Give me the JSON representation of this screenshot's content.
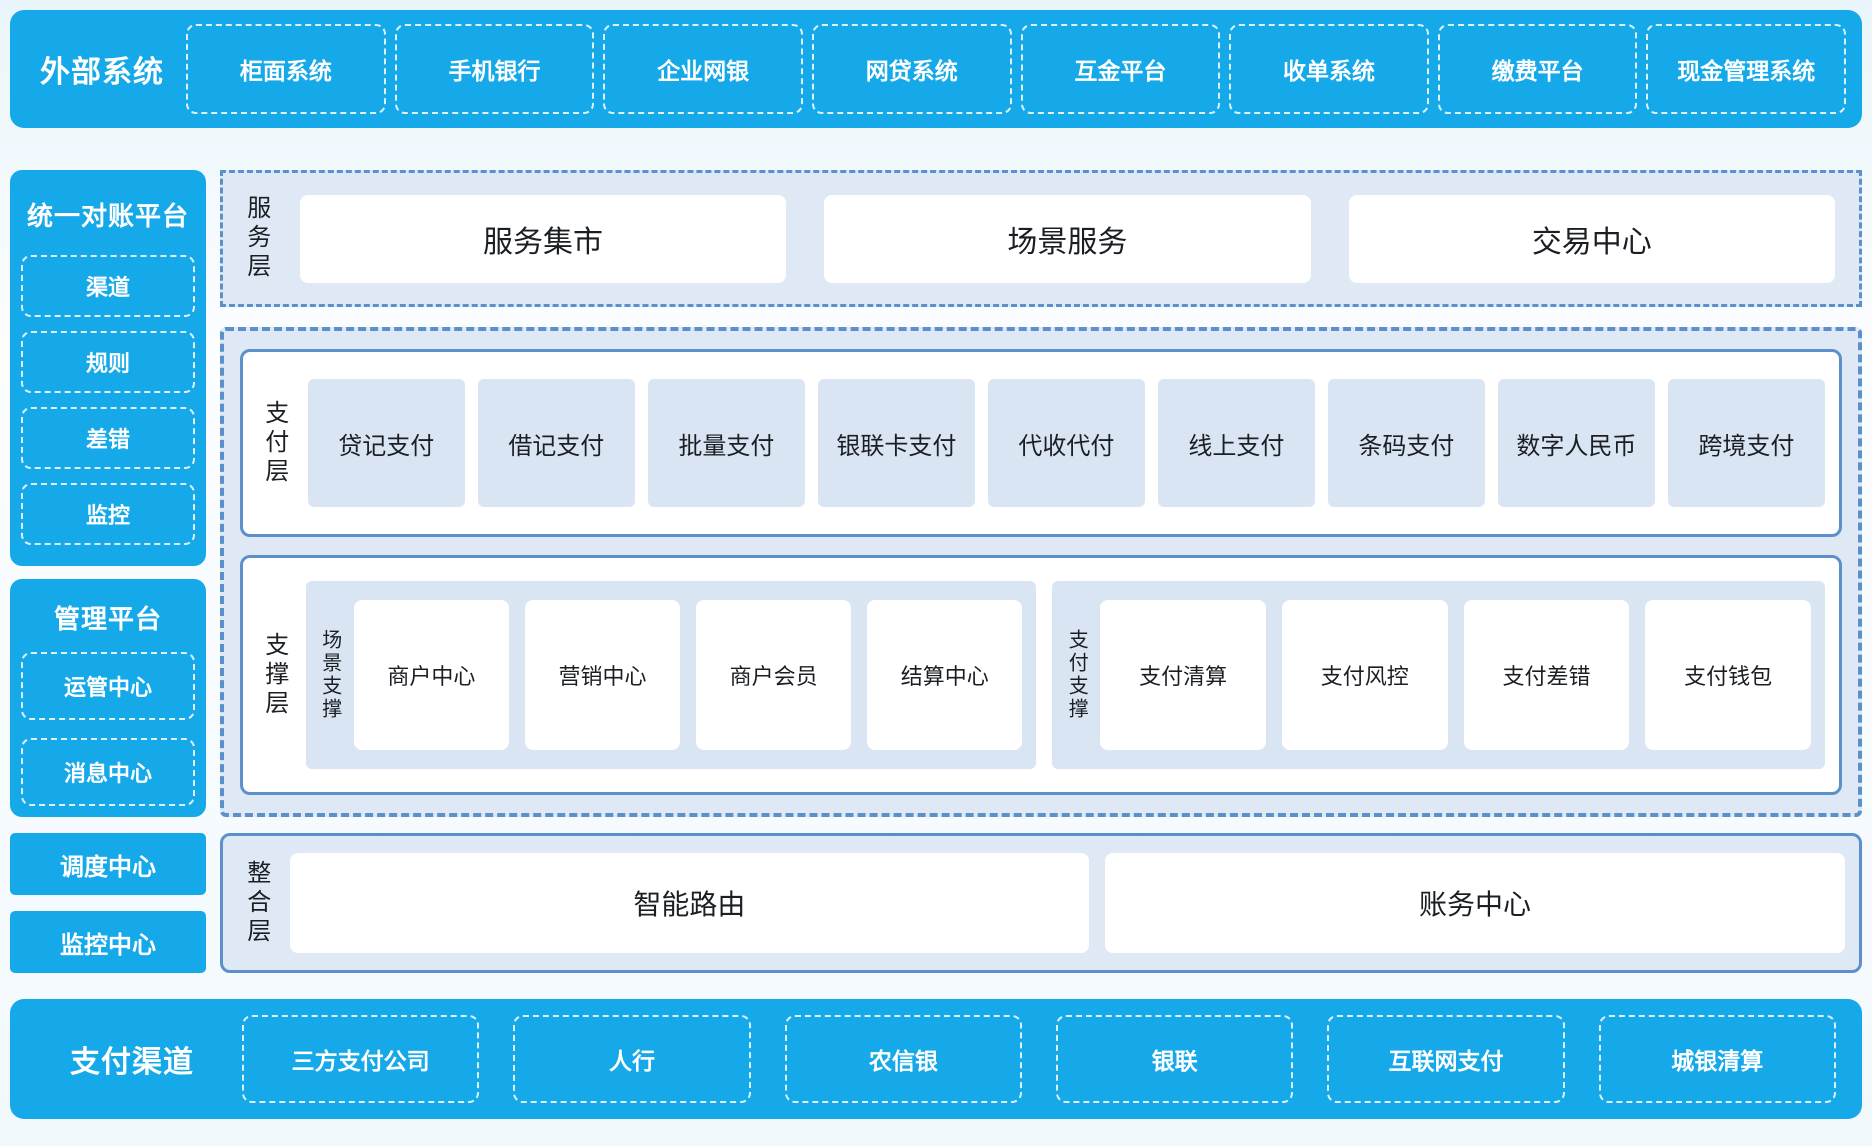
{
  "colors": {
    "bright_blue": "#16A9EA",
    "steel_blue_border": "#5B90CB",
    "container_bg": "#DFE9F5",
    "tile_bg": "#DAE5F3",
    "white": "#FFFFFF"
  },
  "external_systems": {
    "title": "外部系统",
    "items": [
      "柜面系统",
      "手机银行",
      "企业网银",
      "网贷系统",
      "互金平台",
      "收单系统",
      "缴费平台",
      "现金管理系统"
    ]
  },
  "sidebar": {
    "reconciliation": {
      "title": "统一对账平台",
      "items": [
        "渠道",
        "规则",
        "差错",
        "监控"
      ]
    },
    "management": {
      "title": "管理平台",
      "items": [
        "运管中心",
        "消息中心"
      ]
    },
    "dispatch_center": "调度中心",
    "monitor_center": "监控中心"
  },
  "service_layer": {
    "label": "服务层",
    "items": [
      "服务集市",
      "场景服务",
      "交易中心"
    ]
  },
  "payment_layer": {
    "label": "支付层",
    "items": [
      "贷记支付",
      "借记支付",
      "批量支付",
      "银联卡支付",
      "代收代付",
      "线上支付",
      "条码支付",
      "数字人民币",
      "跨境支付"
    ]
  },
  "support_layer": {
    "label": "支撑层",
    "groups": [
      {
        "label": "场景支撑",
        "items": [
          "商户中心",
          "营销中心",
          "商户会员",
          "结算中心"
        ]
      },
      {
        "label": "支付支撑",
        "items": [
          "支付清算",
          "支付风控",
          "支付差错",
          "支付钱包"
        ]
      }
    ]
  },
  "integration_layer": {
    "label": "整合层",
    "items": [
      "智能路由",
      "账务中心"
    ]
  },
  "payment_channels": {
    "title": "支付渠道",
    "items": [
      "三方支付公司",
      "人行",
      "农信银",
      "银联",
      "互联网支付",
      "城银清算"
    ]
  }
}
